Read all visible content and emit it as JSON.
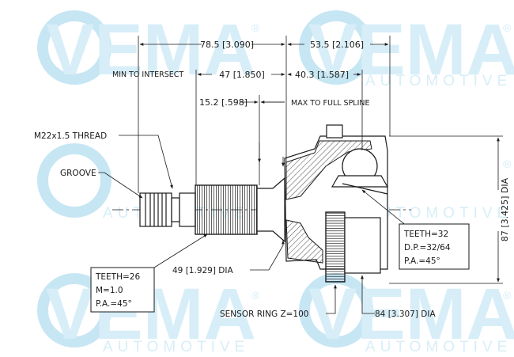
{
  "watermark": {
    "brand": "VEMA",
    "tagline": "AUTOMOTIVE",
    "registered": "®",
    "color": "#d7eef8",
    "ring_color": "#c7e6f4"
  },
  "dimensions": {
    "overall_length": "78.5 [3.090]",
    "outer_length": "53.5 [2.106]",
    "min_to_intersect_label": "MIN TO INTERSECT",
    "min_to_intersect_value": "47 [1.850]",
    "intersect_to_face": "40.3 [1.587]",
    "spline_offset": "15.2 [.598]",
    "max_to_full_spline": "MAX TO FULL SPLINE",
    "thread": "M22x1.5 THREAD",
    "groove": "GROOVE",
    "shaft_dia": "49 [1.929] DIA",
    "bell_dia": "87 [3.425] DIA",
    "ring_dia": "84 [3.307] DIA",
    "sensor_ring": "SENSOR RING Z=100"
  },
  "outer_spline": {
    "teeth": "TEETH=26",
    "module": "M=1.0",
    "pressure_angle": "P.A.=45°"
  },
  "inner_spline": {
    "teeth": "TEETH=32",
    "diametral_pitch": "D.P.=32/64",
    "pressure_angle": "P.A.=45°"
  },
  "colors": {
    "line": "#1a1a1a",
    "background": "#ffffff"
  }
}
